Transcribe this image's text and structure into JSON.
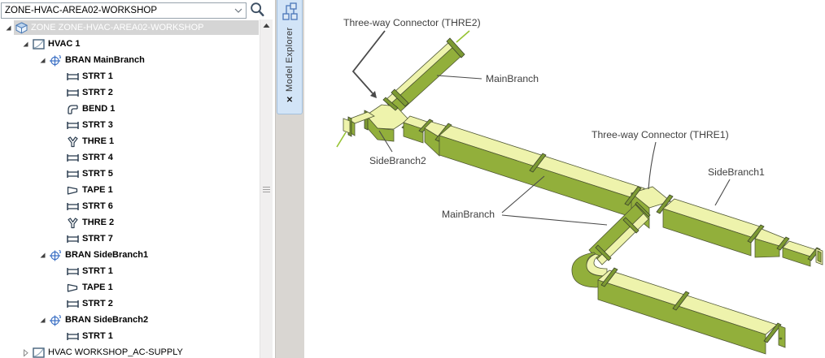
{
  "search": {
    "value": "ZONE-HVAC-AREA02-WORKSHOP"
  },
  "explorer_tab": {
    "label": "Model Explorer",
    "close": "✕"
  },
  "tree": {
    "rows": [
      {
        "level": 0,
        "icon": "zone",
        "label": "ZONE ZONE-HVAC-AREA02-WORKSHOP",
        "bold": false,
        "arrow": "expanded",
        "selected": true
      },
      {
        "level": 1,
        "icon": "hvac",
        "label": "HVAC 1",
        "bold": true,
        "arrow": "expanded",
        "selected": false
      },
      {
        "level": 2,
        "icon": "bran",
        "label": "BRAN MainBranch",
        "bold": true,
        "arrow": "expanded",
        "selected": false
      },
      {
        "level": 3,
        "icon": "strt",
        "label": "STRT 1",
        "bold": true,
        "arrow": "none",
        "selected": false
      },
      {
        "level": 3,
        "icon": "strt",
        "label": "STRT 2",
        "bold": true,
        "arrow": "none",
        "selected": false
      },
      {
        "level": 3,
        "icon": "bend",
        "label": "BEND 1",
        "bold": true,
        "arrow": "none",
        "selected": false
      },
      {
        "level": 3,
        "icon": "strt",
        "label": "STRT 3",
        "bold": true,
        "arrow": "none",
        "selected": false
      },
      {
        "level": 3,
        "icon": "thre",
        "label": "THRE 1",
        "bold": true,
        "arrow": "none",
        "selected": false
      },
      {
        "level": 3,
        "icon": "strt",
        "label": "STRT 4",
        "bold": true,
        "arrow": "none",
        "selected": false
      },
      {
        "level": 3,
        "icon": "strt",
        "label": "STRT 5",
        "bold": true,
        "arrow": "none",
        "selected": false
      },
      {
        "level": 3,
        "icon": "tape",
        "label": "TAPE 1",
        "bold": true,
        "arrow": "none",
        "selected": false
      },
      {
        "level": 3,
        "icon": "strt",
        "label": "STRT 6",
        "bold": true,
        "arrow": "none",
        "selected": false
      },
      {
        "level": 3,
        "icon": "thre",
        "label": "THRE 2",
        "bold": true,
        "arrow": "none",
        "selected": false
      },
      {
        "level": 3,
        "icon": "strt",
        "label": "STRT 7",
        "bold": true,
        "arrow": "none",
        "selected": false
      },
      {
        "level": 2,
        "icon": "bran",
        "label": "BRAN SideBranch1",
        "bold": true,
        "arrow": "expanded",
        "selected": false
      },
      {
        "level": 3,
        "icon": "strt",
        "label": "STRT 1",
        "bold": true,
        "arrow": "none",
        "selected": false
      },
      {
        "level": 3,
        "icon": "tape",
        "label": "TAPE 1",
        "bold": true,
        "arrow": "none",
        "selected": false
      },
      {
        "level": 3,
        "icon": "strt",
        "label": "STRT 2",
        "bold": true,
        "arrow": "none",
        "selected": false
      },
      {
        "level": 2,
        "icon": "bran",
        "label": "BRAN SideBranch2",
        "bold": true,
        "arrow": "expanded",
        "selected": false
      },
      {
        "level": 3,
        "icon": "strt",
        "label": "STRT 1",
        "bold": true,
        "arrow": "none",
        "selected": false
      },
      {
        "level": 1,
        "icon": "hvac",
        "label": "HVAC WORKSHOP_AC-SUPPLY",
        "bold": false,
        "arrow": "collapsed",
        "selected": false
      }
    ]
  },
  "viewport": {
    "labels": {
      "thre2": "Three-way Connector (THRE2)",
      "mainbranch_top": "MainBranch",
      "sidebranch2": "SideBranch2",
      "thre1": "Three-way Connector (THRE1)",
      "sidebranch1": "SideBranch1",
      "mainbranch_bottom": "MainBranch"
    }
  },
  "colors": {
    "duct_top": "#eef3ac",
    "duct_side": "#92af3b",
    "duct_flange": "#7d9a33",
    "centerline": "#96c332",
    "selection_bg": "#d5d5d5",
    "selection_text": "#ffffff",
    "tab_bg": "#d2e4f7",
    "label_text": "#3f3f3f"
  }
}
